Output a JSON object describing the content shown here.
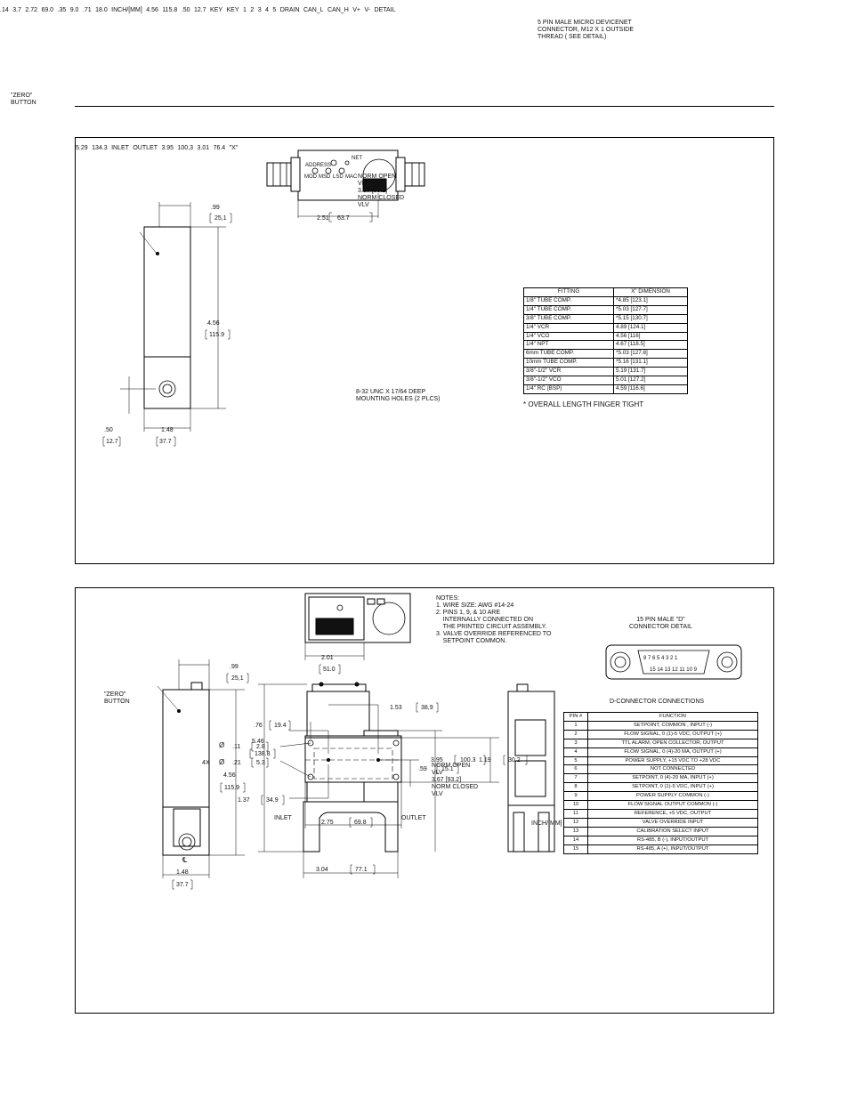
{
  "top": {
    "zero_button": "\"ZERO\"\nBUTTON",
    "dim_99": ".99",
    "dim_25_1": "25,1",
    "dim_2_51": "2.51",
    "dim_63_7": "63.7",
    "dim_5_29": "5.29",
    "dim_134_3": "134.3",
    "dim_4_56_left": "4.56",
    "dim_115_9": "115.9",
    "dim_50": ".50",
    "dim_12_7_left": "12.7",
    "dim_1_48": "1.48",
    "dim_37_7": "37.7",
    "inlet": "INLET",
    "outlet": "OUTLET",
    "dim_3_95": "3.95",
    "dim_100_3": "100,3",
    "norm_text": "NORM OPEN\nVLV\n3.67 [93.2]\nNORM CLOSED\nVLV",
    "dim_3_01": "3.01",
    "dim_76_4": "76.4",
    "dim_x": "\"X\"",
    "connector_note": "5 PIN MALE MICRO DEVICENET\nCONNECTOR, M12 X 1 OUTSIDE\nTHREAD ( SEE DETAIL)",
    "key": "KEY",
    "dim_4_56_right": "4.56",
    "dim_115_8": "115.8",
    "dim_50_right": ".50",
    "dim_12_7_right": "12.7",
    "drain": "DRAIN",
    "can_l": "CAN_L",
    "can_h": "CAN_H",
    "v_plus": "V+",
    "v_minus": "V-",
    "detail": "DETAIL",
    "pins": [
      "1",
      "2",
      "3",
      "4",
      "5"
    ],
    "inch_mm": "INCH/[MM]",
    "dim_14": ".14",
    "dim_3_7": "3.7",
    "dim_2_72": "2.72",
    "dim_69_0": "69.0",
    "dim_35": ".35",
    "dim_9_0": "9.0",
    "dim_71": ".71",
    "dim_18_0": "18.0",
    "mounting": "8-32 UNC X 17/64 DEEP\nMOUNTING HOLES (2 PLCS)",
    "cover_labels": [
      "ADDRESS",
      "NET",
      "MOD",
      "MSD",
      "LSD",
      "MAC"
    ],
    "fitting_header": [
      "FITTING",
      "X\" DIMENSION"
    ],
    "fitting_rows": [
      [
        "1/8\" TUBE COMP.",
        "*4.85 [123.1]"
      ],
      [
        "1/4\" TUBE COMP.",
        "*5.03 [127.7]"
      ],
      [
        "3/8\" TUBE COMP.",
        "*5.15 [130.7]"
      ],
      [
        "1/4\" VCR",
        "4.89 [124.1]"
      ],
      [
        "1/4\" VCO",
        "4.56 [116]"
      ],
      [
        "1/4\" NPT",
        "4.67 [118.5]"
      ],
      [
        "6mm TUBE COMP.",
        "*5.03 [127.8]"
      ],
      [
        "10mm TUBE COMP.",
        "*5.16 [131.1]"
      ],
      [
        "3/8\"-1/2\" VCR",
        "5.19 [131.7]"
      ],
      [
        "3/8\"-1/2\" VCO",
        "5.01 [127.2]"
      ],
      [
        "1/4\" RC (BSP)",
        "4.59 [116.6]"
      ]
    ],
    "finger_note": "* OVERALL LENGTH FINGER TIGHT"
  },
  "bottom": {
    "notes": "NOTES:\n1. WIRE SIZE: AWG #14-24\n2. PINS 1, 9, & 10 ARE\n    INTERNALLY CONNECTED ON\n    THE PRINTED CIRCUIT ASSEMBLY.\n3. VALVE OVERRIDE REFERENCED TO\n    SETPOINT COMMON.",
    "dim_2_01": "2.01",
    "dim_51_0": "51.0",
    "d_connector_detail": "15 PIN MALE \"D\"\nCONNECTOR DETAIL",
    "d_pins_top": "8  7  6  5  4  3  2  1",
    "d_pins_bottom": "15 14 13 12 11 10 9",
    "dim_99": ".99",
    "dim_25_1": "25,1",
    "zero_button": "\"ZERO\"\nBUTTON",
    "dim_5_46": "5.46",
    "dim_138_8": "138.8",
    "dim_4_56": "4.56",
    "dim_115_9": "115.9",
    "dim_3_95": "3.95",
    "dim_100_3": "100.3",
    "norm_text": "NORM OPEN\nVLV\n3.67 [93.2]\nNORM CLOSED\nVLV",
    "inlet": "INLET",
    "outlet": "OUTLET",
    "cl": "℄",
    "dim_1_48": "1.48",
    "dim_37_7": "37.7",
    "dim_3_04": "3.04",
    "dim_77_1": "77.1",
    "dim_1_53": "1.53",
    "dim_38_9": "38,9",
    "dim_76": ".76",
    "dim_19_4": "19.4",
    "phi": "Ø",
    "dim_11": ".11",
    "dim_2_8": "2.8",
    "four_x": "4X",
    "dim_21": ".21",
    "dim_5_3": "5.3",
    "dim_59": ".59",
    "dim_15_1": "15.1",
    "dim_1_19": "1.19",
    "dim_30_2": "30.2",
    "dim_1_37": "1.37",
    "dim_34_9": "34.9",
    "dim_2_75": "2.75",
    "dim_69_8": "69.8",
    "inch_mm": "INCH/[MM]",
    "dconn_title": "D-CONNECTOR CONNECTIONS",
    "dconn_header": [
      "PIN #",
      "FUNCTION"
    ],
    "dconn_rows": [
      [
        "1",
        "SETPOINT, COMMON , INPUT (-)"
      ],
      [
        "2",
        "FLOW SIGNAL, 0 (1)-5 VDC, OUTPUT (+)"
      ],
      [
        "3",
        "TTL ALARM, OPEN COLLECTOR, OUTPUT"
      ],
      [
        "4",
        "FLOW SIGNAL, 0 (4)-20 MA, OUTPUT (+)"
      ],
      [
        "5",
        "POWER SUPPLY, +15 VDC TO +28 VDC"
      ],
      [
        "6",
        "NOT CONNECTED"
      ],
      [
        "7",
        "SETPOINT, 0 (4)-20 MA, INPUT (+)"
      ],
      [
        "8",
        "SETPOINT, 0 (1)-5 VDC, INPUT (+)"
      ],
      [
        "9",
        "POWER SUPPLY COMMON (-)"
      ],
      [
        "10",
        "FLOW SIGNAL OUTPUT COMMON (-)"
      ],
      [
        "11",
        "REFERENCE, +5 VDC, OUTPUT"
      ],
      [
        "12",
        "VALVE OVERRIDE INPUT"
      ],
      [
        "13",
        "CALIBRATION SELECT INPUT"
      ],
      [
        "14",
        "RS-485, B (-), INPUT/OUTPUT"
      ],
      [
        "15",
        "RS-485, A (+), INPUT/OUTPUT"
      ]
    ]
  }
}
